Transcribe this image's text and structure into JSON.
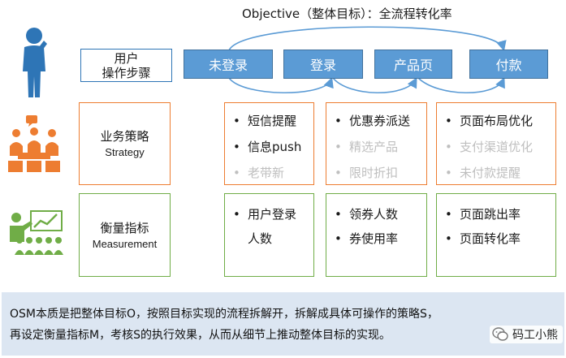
{
  "objective": "Objective（整体目标）：全流程转化率",
  "rows": {
    "steps_label": [
      "用户",
      "操作步骤"
    ],
    "strategy_label": {
      "cn": "业务策略",
      "en": "Strategy"
    },
    "measure_label": {
      "cn": "衡量指标",
      "en": "Measurement"
    }
  },
  "steps": [
    "未登录",
    "登录",
    "产品页",
    "付款"
  ],
  "strategies": [
    [
      {
        "text": "短信提醒",
        "dim": false
      },
      {
        "text": "信息push",
        "dim": false
      },
      {
        "text": "老带新",
        "dim": true
      }
    ],
    [
      {
        "text": "优惠券派送",
        "dim": false
      },
      {
        "text": "精选产品",
        "dim": true
      },
      {
        "text": "限时折扣",
        "dim": true
      }
    ],
    [
      {
        "text": "页面布局优化",
        "dim": false
      },
      {
        "text": "支付渠道优化",
        "dim": true
      },
      {
        "text": "未付款提醒",
        "dim": true
      }
    ]
  ],
  "measures": [
    [
      "用户登录",
      "人数"
    ],
    [
      "领券人数",
      "券使用率"
    ],
    [
      "页面跳出率",
      "页面转化率"
    ]
  ],
  "summary": {
    "line1": "OSM本质是把整体目标O，按照目标实现的流程拆解开，拆解成具体可操作的策略S，",
    "line2": "再设定衡量指标M，考核S的执行效果，从而从细节上推动整体目标的实现。"
  },
  "watermark": "码工小熊",
  "colors": {
    "step_fill": "#5b9bd5",
    "step_border": "#41719c",
    "step_label_border": "#2e75b6",
    "strategy_border": "#ed7d31",
    "measure_border": "#70ad47",
    "dim_text": "#bfbfbf",
    "summary_bg": "#dce6f2",
    "icon_blue": "#2e75b6",
    "icon_orange": "#ed7d31",
    "icon_green": "#70ad47"
  }
}
